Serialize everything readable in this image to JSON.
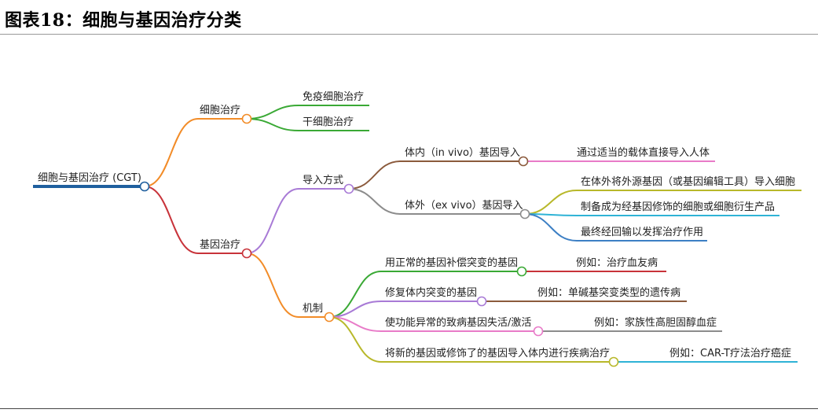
{
  "title": "图表18：细胞与基因治疗分类",
  "diagram": {
    "root": "细胞与基因治疗 (CGT)",
    "cell_therapy": {
      "label": "细胞治疗",
      "children": [
        "免疫细胞治疗",
        "干细胞治疗"
      ]
    },
    "gene_therapy": {
      "label": "基因治疗",
      "delivery": {
        "label": "导入方式",
        "in_vivo": {
          "label": "体内（in vivo）基因导入",
          "children": [
            "通过适当的载体直接导入人体"
          ]
        },
        "ex_vivo": {
          "label": "体外（ex vivo）基因导入",
          "children": [
            "在体外将外源基因（或基因编辑工具）导入细胞",
            "制备成为经基因修饰的细胞或细胞衍生产品",
            "最终经回输以发挥治疗作用"
          ]
        }
      },
      "mechanism": {
        "label": "机制",
        "items": [
          {
            "label": "用正常的基因补偿突变的基因",
            "example": "例如：治疗血友病"
          },
          {
            "label": "修复体内突变的基因",
            "example": "例如：单碱基突变类型的遗传病"
          },
          {
            "label": "使功能异常的致病基因失活/激活",
            "example": "例如：家族性高胆固醇血症"
          },
          {
            "label": "将新的基因或修饰了的基因导入体内进行疾病治疗",
            "example": "例如：CAR-T疗法治疗癌症"
          }
        ]
      }
    }
  },
  "colors": {
    "root": "#1f5f9e",
    "cell_branch": "#f28c28",
    "cell_children": "#3aa935",
    "gene_branch": "#c8333a",
    "delivery": "#a87ad6",
    "in_vivo": "#8b5a3c",
    "in_vivo_child": "#e87bc8",
    "ex_vivo": "#8c8c8c",
    "ex_vivo_child_1": "#b8b82a",
    "ex_vivo_child_2": "#2fb3d6",
    "ex_vivo_child_3": "#3c7fc4",
    "mechanism": "#f28c28",
    "mech_1": "#3aa935",
    "mech_1_example": "#c8333a",
    "mech_2": "#a87ad6",
    "mech_2_example": "#8b5a3c",
    "mech_3": "#e87bc8",
    "mech_3_example": "#8c8c8c",
    "mech_4": "#b8b82a",
    "mech_4_example": "#2fb3d6"
  }
}
